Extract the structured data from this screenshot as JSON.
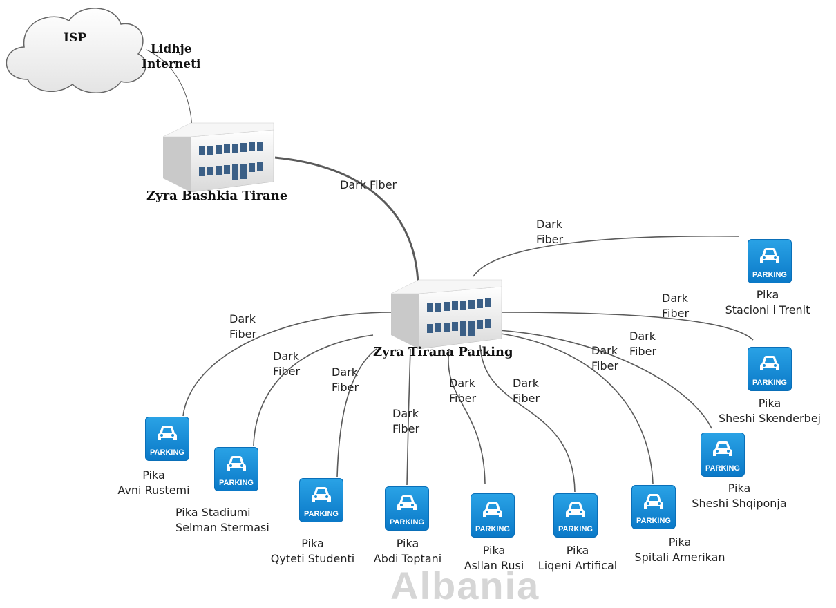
{
  "isp": {
    "label": "ISP"
  },
  "internet_link": {
    "line1": "Lidhje",
    "line2": "Interneti"
  },
  "office_main": {
    "label": "Zyra Bashkia Tirane"
  },
  "office_parking": {
    "label": "Zyra Tirana Parking"
  },
  "main_link": {
    "label": "Dark Fiber"
  },
  "link_dark": "Dark",
  "link_fiber": "Fiber",
  "parking_icon_text": "PARKING",
  "sites": [
    {
      "line1": "Pika",
      "line2": "Stacioni i Trenit"
    },
    {
      "line1": "Pika",
      "line2": "Sheshi Skenderbej"
    },
    {
      "line1": "Pika",
      "line2": "Sheshi Shqiponja"
    },
    {
      "line1": "Pika",
      "line2": "Spitali Amerikan"
    },
    {
      "line1": "Pika",
      "line2": "Liqeni Artifical"
    },
    {
      "line1": "Pika",
      "line2": "Asllan Rusi"
    },
    {
      "line1": "Pika",
      "line2": "Abdi Toptani"
    },
    {
      "line1": "Pika",
      "line2": "Qyteti Studenti"
    },
    {
      "line1": "Pika Stadiumi",
      "line2": "Selman Stermasi"
    },
    {
      "line1": "Pika",
      "line2": "Avni Rustemi"
    }
  ],
  "watermark": "Albania",
  "colors": {
    "parking_blue": "#1a8fd8",
    "line": "#555555"
  }
}
